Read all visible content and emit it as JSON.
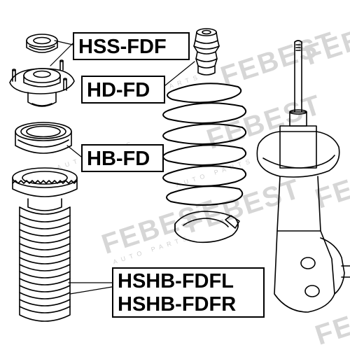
{
  "watermark": {
    "brand": "FEBEST",
    "sub": "AUTO PARTS"
  },
  "labels": {
    "hss": "HSS-FDF",
    "hd": "HD-FD",
    "hb": "HB-FD",
    "hshb_left": "HSHB-FDFL",
    "hshb_right": "HSHB-FDFR"
  },
  "colors": {
    "line": "#000000",
    "background": "#ffffff",
    "watermark": "#d6d6d6"
  }
}
